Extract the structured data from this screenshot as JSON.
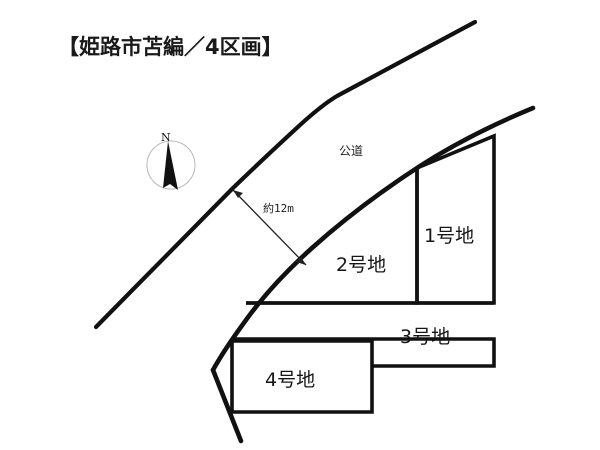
{
  "title": "【姫路市苫編／4区画】",
  "map": {
    "road_label": "公道",
    "dimension_label": "約12m",
    "compass_north": "N",
    "lots": [
      {
        "id": "lot-1",
        "label": "1号地"
      },
      {
        "id": "lot-2",
        "label": "2号地"
      },
      {
        "id": "lot-3",
        "label": "3号地"
      },
      {
        "id": "lot-4",
        "label": "4号地"
      }
    ],
    "colors": {
      "line": "#111111",
      "background": "#ffffff",
      "text": "#161616",
      "compass_circle": "#b9b9b9"
    }
  }
}
